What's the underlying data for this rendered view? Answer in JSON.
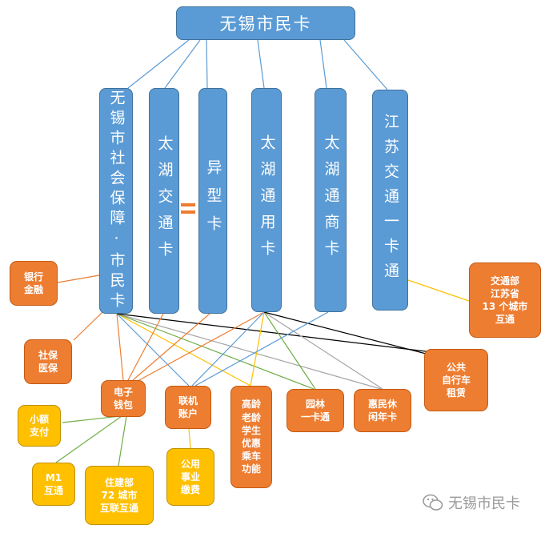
{
  "title": "无锡市民卡",
  "cards": [
    {
      "id": "social",
      "label": "无锡市社会保障·市民卡"
    },
    {
      "id": "taihu",
      "label": "太湖交通卡"
    },
    {
      "id": "special",
      "label": "异型卡"
    },
    {
      "id": "general",
      "label": "太湖通用卡"
    },
    {
      "id": "merchant",
      "label": "太湖通商卡"
    },
    {
      "id": "jiangsu",
      "label": "江苏交通一卡通"
    }
  ],
  "functions": {
    "bank": "银行\n金融",
    "social_medical": "社保\n医保",
    "wallet": "电子\n钱包",
    "account": "联机\n账户",
    "senior": "高龄\n老龄\n学生\n优惠\n乘车\n功能",
    "park": "园林\n一卡通",
    "leisure": "惠民休\n闲年卡",
    "bike": "公共\n自行车\n租赁",
    "transport": "交通部\n江苏省\n13 个城市\n互通",
    "small_pay": "小额\n支付",
    "m1": "M1\n互通",
    "housing": "住建部\n72 城市\n互联互通",
    "utility": "公用\n事业\n缴费"
  },
  "equivalence_symbol": "=",
  "watermark": "无锡市民卡",
  "colors": {
    "blue": "#5b9bd5",
    "orange": "#ed7d31",
    "yellow": "#ffc000",
    "line_blue": "#5b9bd5",
    "line_orange": "#ed7d31",
    "line_yellow": "#ffc000",
    "line_green": "#70ad47",
    "line_gray": "#a5a5a5",
    "line_black": "#000000"
  }
}
